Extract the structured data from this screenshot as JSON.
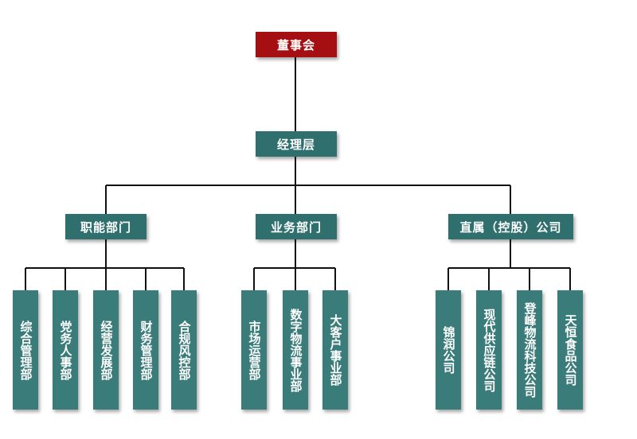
{
  "colors": {
    "board": "#a50f12",
    "node": "#3a7c7a",
    "line": "#111111",
    "background": "#ffffff"
  },
  "chart": {
    "root": "董事会",
    "management": "经理层",
    "groups": [
      {
        "label": "职能部门",
        "children": [
          "综合管理部",
          "党务人事部",
          "经营发展部",
          "财务管理部",
          "合规风控部"
        ]
      },
      {
        "label": "业务部门",
        "children": [
          "市场运营部",
          "数字物流事业部",
          "大客户事业部"
        ]
      },
      {
        "label": "直属（控股）公司",
        "children": [
          "锦润公司",
          "现代供应链公司",
          "登峰物流科技公司",
          "天恒食品公司"
        ]
      }
    ]
  }
}
